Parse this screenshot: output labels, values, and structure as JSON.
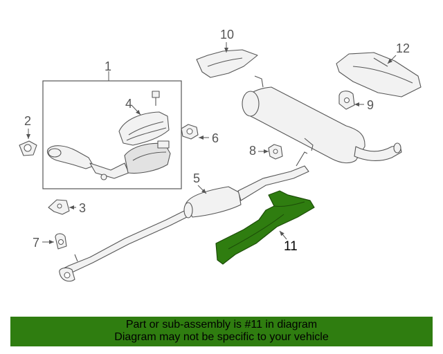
{
  "callouts": {
    "c1": "1",
    "c2": "2",
    "c3": "3",
    "c4": "4",
    "c5": "5",
    "c6": "6",
    "c7": "7",
    "c8": "8",
    "c9": "9",
    "c10": "10",
    "c11": "11",
    "c12": "12"
  },
  "highlight_color": "#2f7d10",
  "banner": {
    "line1": "Part or sub-assembly is #11 in diagram",
    "line2": "Diagram may not be specific to your vehicle"
  }
}
